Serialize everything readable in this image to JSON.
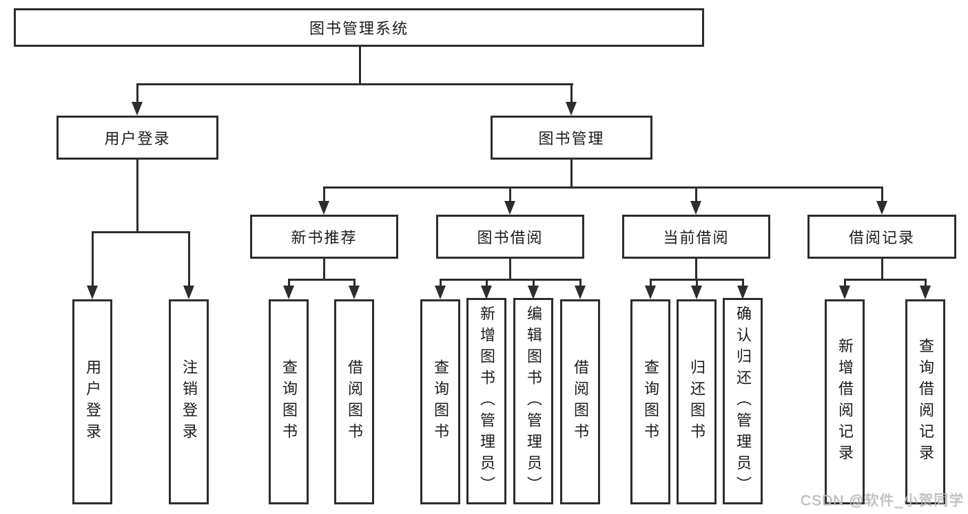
{
  "root": {
    "label": "图书管理系统"
  },
  "branches": [
    {
      "label": "用户登录"
    },
    {
      "label": "图书管理"
    }
  ],
  "sections": [
    {
      "label": "新书推荐"
    },
    {
      "label": "图书借阅"
    },
    {
      "label": "当前借阅"
    },
    {
      "label": "借阅记录"
    }
  ],
  "leaves": [
    {
      "label": "用户登录"
    },
    {
      "label": "注销登录"
    },
    {
      "label": "查询图书"
    },
    {
      "label": "借阅图书"
    },
    {
      "label": "查询图书"
    },
    {
      "label": "新增图书（管理员）"
    },
    {
      "label": "编辑图书（管理员）"
    },
    {
      "label": "借阅图书"
    },
    {
      "label": "查询图书"
    },
    {
      "label": "归还图书"
    },
    {
      "label": "确认归还（管理员）"
    },
    {
      "label": "新增借阅记录"
    },
    {
      "label": "查询借阅记录"
    }
  ],
  "hierarchy": {
    "图书管理系统": [
      "用户登录",
      "图书管理"
    ],
    "用户登录": [
      "用户登录",
      "注销登录"
    ],
    "图书管理": [
      "新书推荐",
      "图书借阅",
      "当前借阅",
      "借阅记录"
    ],
    "新书推荐": [
      "查询图书",
      "借阅图书"
    ],
    "图书借阅": [
      "查询图书",
      "新增图书（管理员）",
      "编辑图书（管理员）",
      "借阅图书"
    ],
    "当前借阅": [
      "查询图书",
      "归还图书",
      "确认归还（管理员）"
    ],
    "借阅记录": [
      "新增借阅记录",
      "查询借阅记录"
    ]
  },
  "watermark": {
    "label": "CSDN @软件_小贺同学"
  },
  "colors": {
    "line": "#2d2d2d",
    "text": "#1c1c1c",
    "watermark": "#bcbcbc",
    "background": "#ffffff"
  }
}
